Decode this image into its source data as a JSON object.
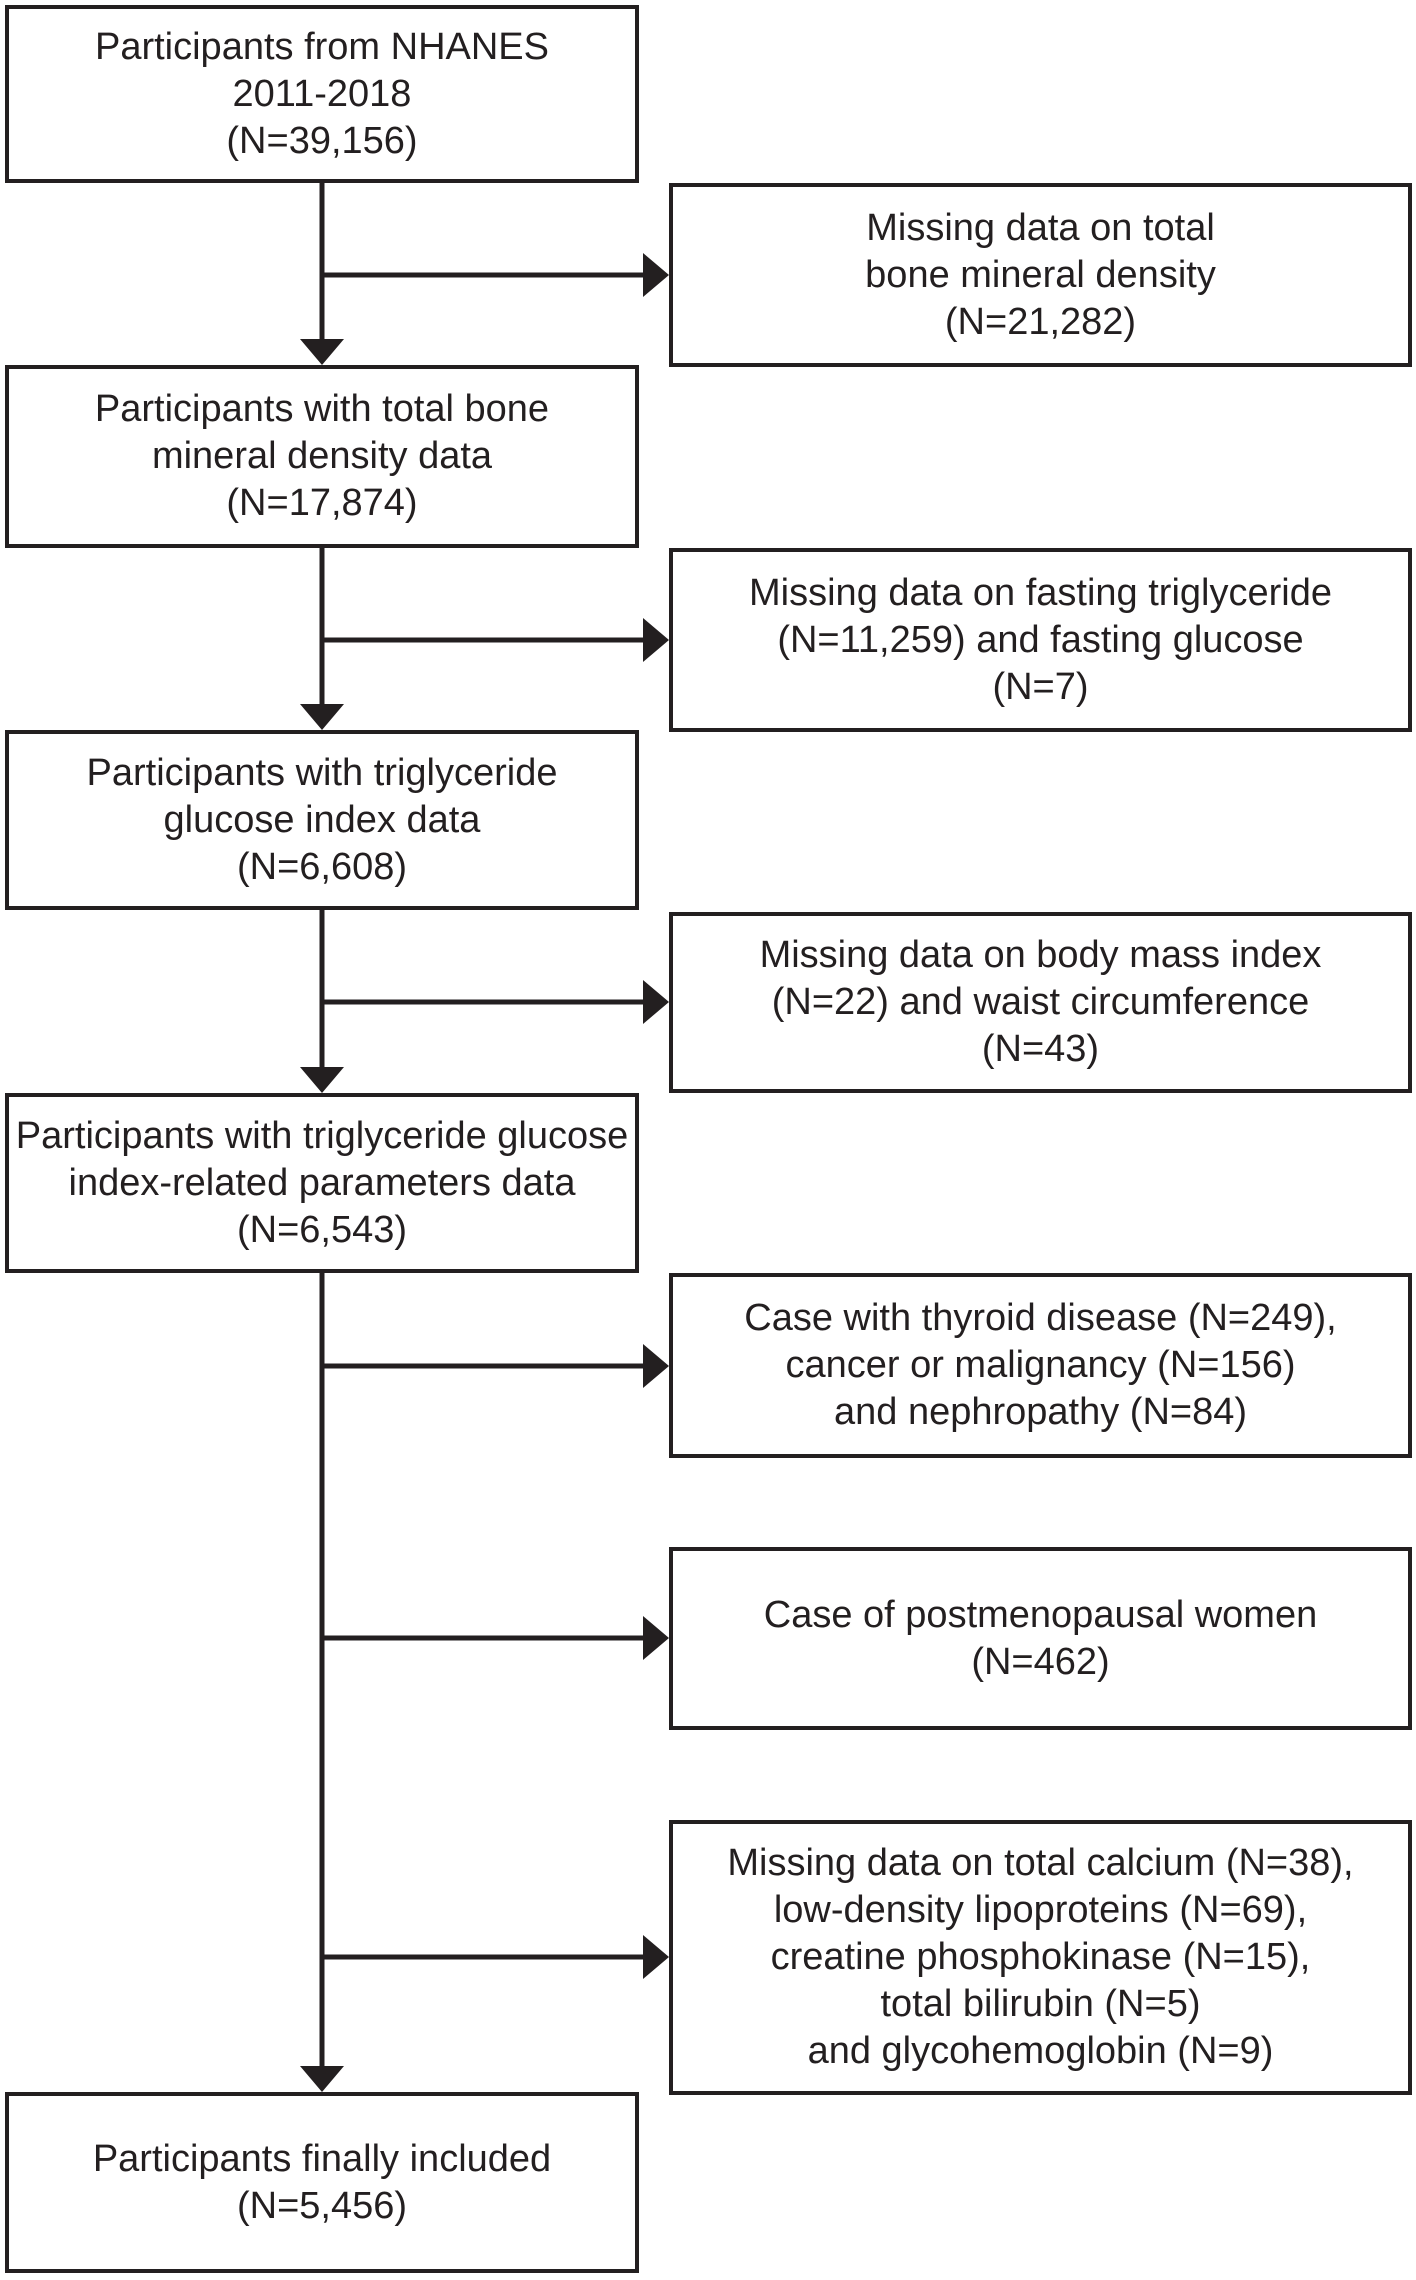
{
  "flow": {
    "main_boxes": [
      {
        "id": "participants-nhanes",
        "text": "Participants from NHANES\n2011-2018\n(N=39,156)",
        "n": "39,156"
      },
      {
        "id": "participants-bmd-data",
        "text": "Participants with total bone\nmineral density data\n(N=17,874)",
        "n": "17,874"
      },
      {
        "id": "participants-tyg-index-data",
        "text": "Participants with triglyceride\nglucose index data\n(N=6,608)",
        "n": "6,608"
      },
      {
        "id": "participants-tyg-parameters-data",
        "text": "Participants with triglyceride glucose\nindex-related parameters data\n(N=6,543)",
        "n": "6,543"
      },
      {
        "id": "participants-finally-included",
        "text": "Participants finally included\n(N=5,456)",
        "n": "5,456"
      }
    ],
    "exclusion_boxes": [
      {
        "id": "missing-bmd",
        "text": "Missing data on total\nbone mineral density\n(N=21,282)",
        "n": "21,282"
      },
      {
        "id": "missing-triglyceride-glucose",
        "text": "Missing data on fasting triglyceride\n(N=11,259) and fasting glucose\n(N=7)",
        "n": "11,259; 7"
      },
      {
        "id": "missing-bmi-waist",
        "text": "Missing data on body mass index\n(N=22) and waist circumference\n(N=43)",
        "n": "22; 43"
      },
      {
        "id": "thyroid-cancer-nephropathy",
        "text": "Case with thyroid disease (N=249),\ncancer or malignancy (N=156)\nand nephropathy (N=84)",
        "n": "249; 156; 84"
      },
      {
        "id": "postmenopausal-women",
        "text": "Case of postmenopausal women\n(N=462)",
        "n": "462"
      },
      {
        "id": "missing-lab-values",
        "text": "Missing data on total calcium (N=38),\nlow-density lipoproteins (N=69),\ncreatine phosphokinase (N=15),\ntotal bilirubin (N=5)\nand glycohemoglobin (N=9)",
        "n": "38; 69; 15; 5; 9"
      }
    ],
    "colors": {
      "line": "#231f20",
      "text": "#231f20",
      "box_border": "#231f20",
      "background": "#ffffff"
    }
  }
}
